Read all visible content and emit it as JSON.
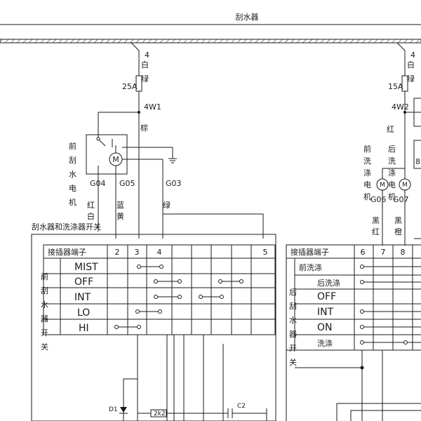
{
  "header": {
    "title": "刮水器"
  },
  "left": {
    "fuse_wire_num": "4",
    "fuse_color": "白绿",
    "fuse_rating": "25A",
    "branch_label": "4W1",
    "brown_label": "棕",
    "motor_label": "前刮水电机",
    "motor_symbol": "M",
    "ground_labels": [
      "G04",
      "G05",
      "G03"
    ],
    "wire_colors": [
      "红白",
      "蓝黄",
      "绿"
    ],
    "switch_title": "刮水器和洗涤器开关",
    "switch_side_label": "前刮水器开关",
    "table": {
      "header": "接插器端子",
      "terminals": [
        "2",
        "3",
        "4",
        "",
        "",
        "",
        "",
        "5"
      ],
      "rows": [
        "MIST",
        "OFF",
        "INT",
        "LO",
        "HI"
      ]
    }
  },
  "right": {
    "fuse_wire_num": "4",
    "fuse_color": "白绿",
    "fuse_rating": "15A",
    "branch_label": "4W2",
    "red_label": "红",
    "front_washer_label": "前洗涤电机",
    "rear_washer_label": "后洗涤电机",
    "motor_symbol": "M",
    "ground_labels": [
      "G06",
      "G07"
    ],
    "wire_colors": [
      "黑红",
      "黑橙"
    ],
    "side_partial": "8",
    "switch_side_label": "后刮水器开关",
    "table": {
      "header": "接插器端子",
      "terminals": [
        "6",
        "7",
        "8"
      ],
      "rows": [
        "前洗涤",
        "后洗涤",
        "OFF",
        "INT",
        "ON",
        "洗涤"
      ]
    }
  },
  "bottom": {
    "diode_label": "D1",
    "resistor_label": "2k2",
    "cap_label": "C2"
  }
}
